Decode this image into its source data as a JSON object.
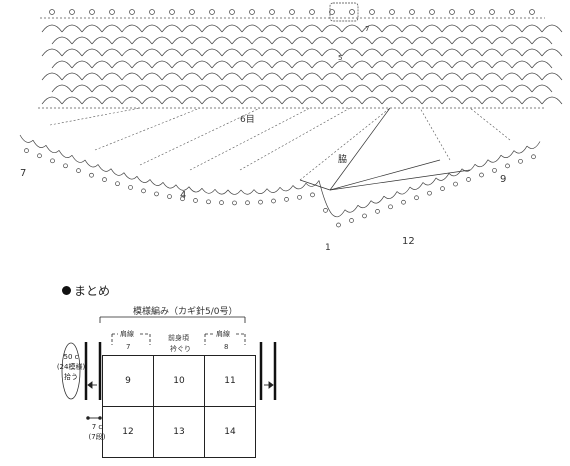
{
  "chart": {
    "labels": {
      "left_a": "7",
      "left_b": "4",
      "right_a": "9",
      "row6": "6目",
      "mark7": "7",
      "mark5": "5",
      "side": "脇",
      "bottom_a": "1",
      "bottom_b": "12"
    }
  },
  "summary": {
    "title": "まとめ",
    "pattern_label": "模様編み（カギ針5/0号）",
    "left_note_lines": [
      "50 c",
      "(24模様)",
      "拾う"
    ],
    "bottom_note_lines": [
      "7 c",
      "(7段)"
    ],
    "top_labels": {
      "a_top": "肩線",
      "a_num": "7",
      "b_top": "前身頃",
      "b_sub": "衿ぐり",
      "c_top": "肩線",
      "c_num": "8"
    },
    "cells_row2": [
      "9",
      "10",
      "11"
    ],
    "cells_row3": [
      "12",
      "13",
      "14"
    ]
  }
}
